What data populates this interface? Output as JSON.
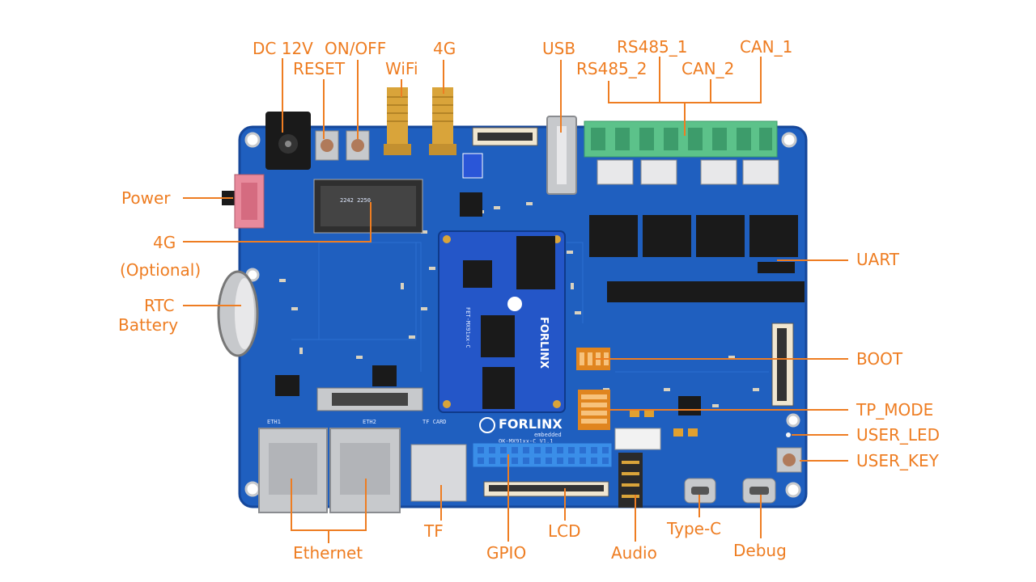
{
  "colors": {
    "label": "#ee7d22",
    "pcb": "#1f5fbf",
    "pcb_edge": "#16479a",
    "terminal": "#5cc28a",
    "chip": "#1a1a1a",
    "gold": "#d9a43a",
    "silver": "#c7c9cc"
  },
  "labels": {
    "dc12v": "DC 12V",
    "reset": "RESET",
    "onoff": "ON/OFF",
    "wifi": "WiFi",
    "g4_top": "4G",
    "usb": "USB",
    "rs485_1": "RS485_1",
    "rs485_2": "RS485_2",
    "can_1": "CAN_1",
    "can_2": "CAN_2",
    "power": "Power",
    "g4_opt_line1": "4G",
    "g4_opt_line2": "(Optional)",
    "rtc_line1": "RTC",
    "rtc_line2": "Battery",
    "uart": "UART",
    "boot": "BOOT",
    "tp_mode": "TP_MODE",
    "user_led": "USER_LED",
    "user_key": "USER_KEY",
    "ethernet": "Ethernet",
    "tf": "TF",
    "gpio": "GPIO",
    "lcd": "LCD",
    "audio": "Audio",
    "type_c": "Type-C",
    "debug": "Debug"
  },
  "board": {
    "logo": "FORLINX",
    "logo_sub": "embedded",
    "som_logo": "FORLINX",
    "board_model": "OK-MX91xx-C  V1.1",
    "som_model": "FET-MX91xx-C",
    "eth1": "ETH1",
    "eth2": "ETH2",
    "tf_card": "TF CARD",
    "m2_marking": "2242 2250"
  }
}
